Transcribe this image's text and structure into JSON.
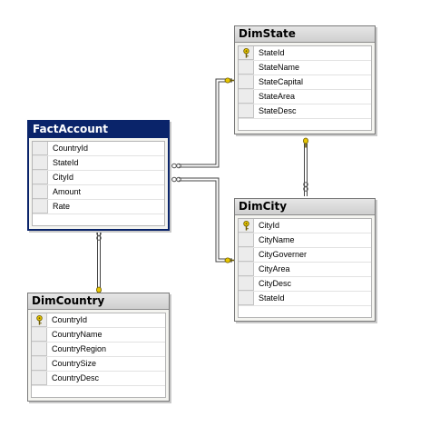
{
  "tables": {
    "dimstate": {
      "title": "DimState",
      "columns": [
        {
          "name": "StateId",
          "pk": true
        },
        {
          "name": "StateName",
          "pk": false
        },
        {
          "name": "StateCapital",
          "pk": false
        },
        {
          "name": "StateArea",
          "pk": false
        },
        {
          "name": "StateDesc",
          "pk": false
        }
      ]
    },
    "factaccount": {
      "title": "FactAccount",
      "selected": true,
      "columns": [
        {
          "name": "CountryId",
          "pk": false
        },
        {
          "name": "StateId",
          "pk": false
        },
        {
          "name": "CityId",
          "pk": false
        },
        {
          "name": "Amount",
          "pk": false
        },
        {
          "name": "Rate",
          "pk": false
        }
      ]
    },
    "dimcity": {
      "title": "DimCity",
      "columns": [
        {
          "name": "CityId",
          "pk": true
        },
        {
          "name": "CityName",
          "pk": false
        },
        {
          "name": "CityGoverner",
          "pk": false
        },
        {
          "name": "CityArea",
          "pk": false
        },
        {
          "name": "CityDesc",
          "pk": false
        },
        {
          "name": "StateId",
          "pk": false
        }
      ]
    },
    "dimcountry": {
      "title": "DimCountry",
      "columns": [
        {
          "name": "CountryId",
          "pk": true
        },
        {
          "name": "CountryName",
          "pk": false
        },
        {
          "name": "CountryRegion",
          "pk": false
        },
        {
          "name": "CountrySize",
          "pk": false
        },
        {
          "name": "CountryDesc",
          "pk": false
        }
      ]
    }
  },
  "relationships": [
    {
      "name": "factaccount-to-dimstate"
    },
    {
      "name": "factaccount-to-dimcity"
    },
    {
      "name": "dimcity-to-dimstate"
    },
    {
      "name": "factaccount-to-dimcountry"
    }
  ],
  "colors": {
    "selected_title": "#0a246a",
    "key_icon": "#d4b300",
    "connector": "#555555"
  }
}
